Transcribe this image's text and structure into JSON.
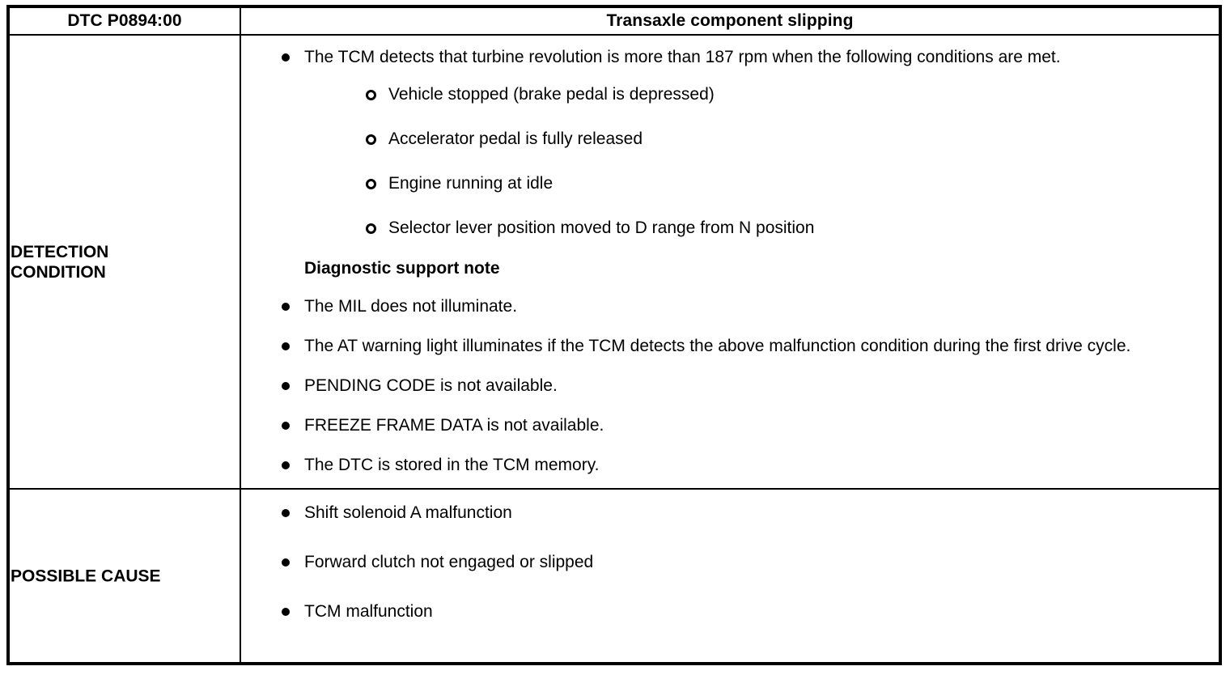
{
  "table": {
    "header": {
      "code_label": "DTC P0894:00",
      "title": "Transaxle component slipping"
    },
    "rows": [
      {
        "label": "DETECTION\nCONDITION",
        "bullets": [
          {
            "text": "The TCM detects that turbine revolution is more than 187 rpm when the following conditions are met.",
            "subbullets": [
              "Vehicle stopped (brake pedal is depressed)",
              "Accelerator pedal is fully released",
              "Engine running at idle",
              "Selector lever position moved to D range from N position"
            ]
          }
        ],
        "note_heading": "Diagnostic support note",
        "note_bullets": [
          "The MIL does not illuminate.",
          "The AT warning light illuminates if the TCM detects the above malfunction condition during the first drive cycle.",
          "PENDING CODE is not available.",
          "FREEZE FRAME DATA is not available.",
          "The DTC is stored in the TCM memory."
        ]
      },
      {
        "label": "POSSIBLE CAUSE",
        "bullets": [
          {
            "text": "Shift solenoid A malfunction"
          },
          {
            "text": "Forward clutch not engaged or slipped"
          },
          {
            "text": "TCM malfunction"
          }
        ]
      }
    ]
  },
  "colors": {
    "ink": "#000000",
    "paper": "#ffffff"
  }
}
